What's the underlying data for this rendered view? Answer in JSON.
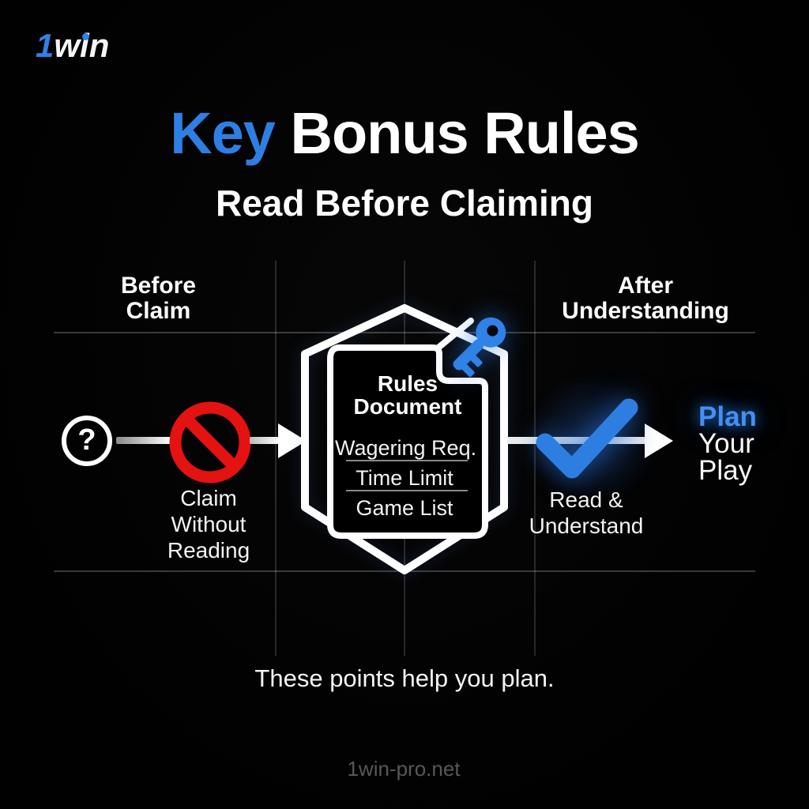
{
  "brand": {
    "logo_prefix": "1",
    "logo_suffix": "win"
  },
  "header": {
    "title_accent": "Key",
    "title_rest": " Bonus Rules",
    "subtitle": "Read Before Claiming"
  },
  "columns": {
    "left": {
      "line1": "Before",
      "line2": "Claim"
    },
    "right": {
      "line1": "After",
      "line2": "Understanding"
    }
  },
  "flow": {
    "step1": {
      "icon": "question-mark-icon",
      "symbol": "?"
    },
    "step2": {
      "icon": "prohibition-icon",
      "label_lines": [
        "Claim",
        "Without",
        "Reading"
      ]
    },
    "center": {
      "icon": "shield-document-key",
      "title_line1": "Rules",
      "title_line2": "Document",
      "items": [
        "Wagering Req.",
        "Time Limit",
        "Game List"
      ]
    },
    "step3": {
      "icon": "checkmark-icon",
      "label_lines": [
        "Read &",
        "Understand"
      ]
    },
    "step4": {
      "accent_line": "Plan",
      "line2": "Your",
      "line3": "Play"
    }
  },
  "footer": {
    "note": "These points help you plan.",
    "site": "1win-pro.net"
  },
  "colors": {
    "accent_blue": "#2e7fe4",
    "alert_red": "#e51212",
    "background": "#020202",
    "grid_line": "#3a3a3a",
    "muted_text": "#585858"
  }
}
